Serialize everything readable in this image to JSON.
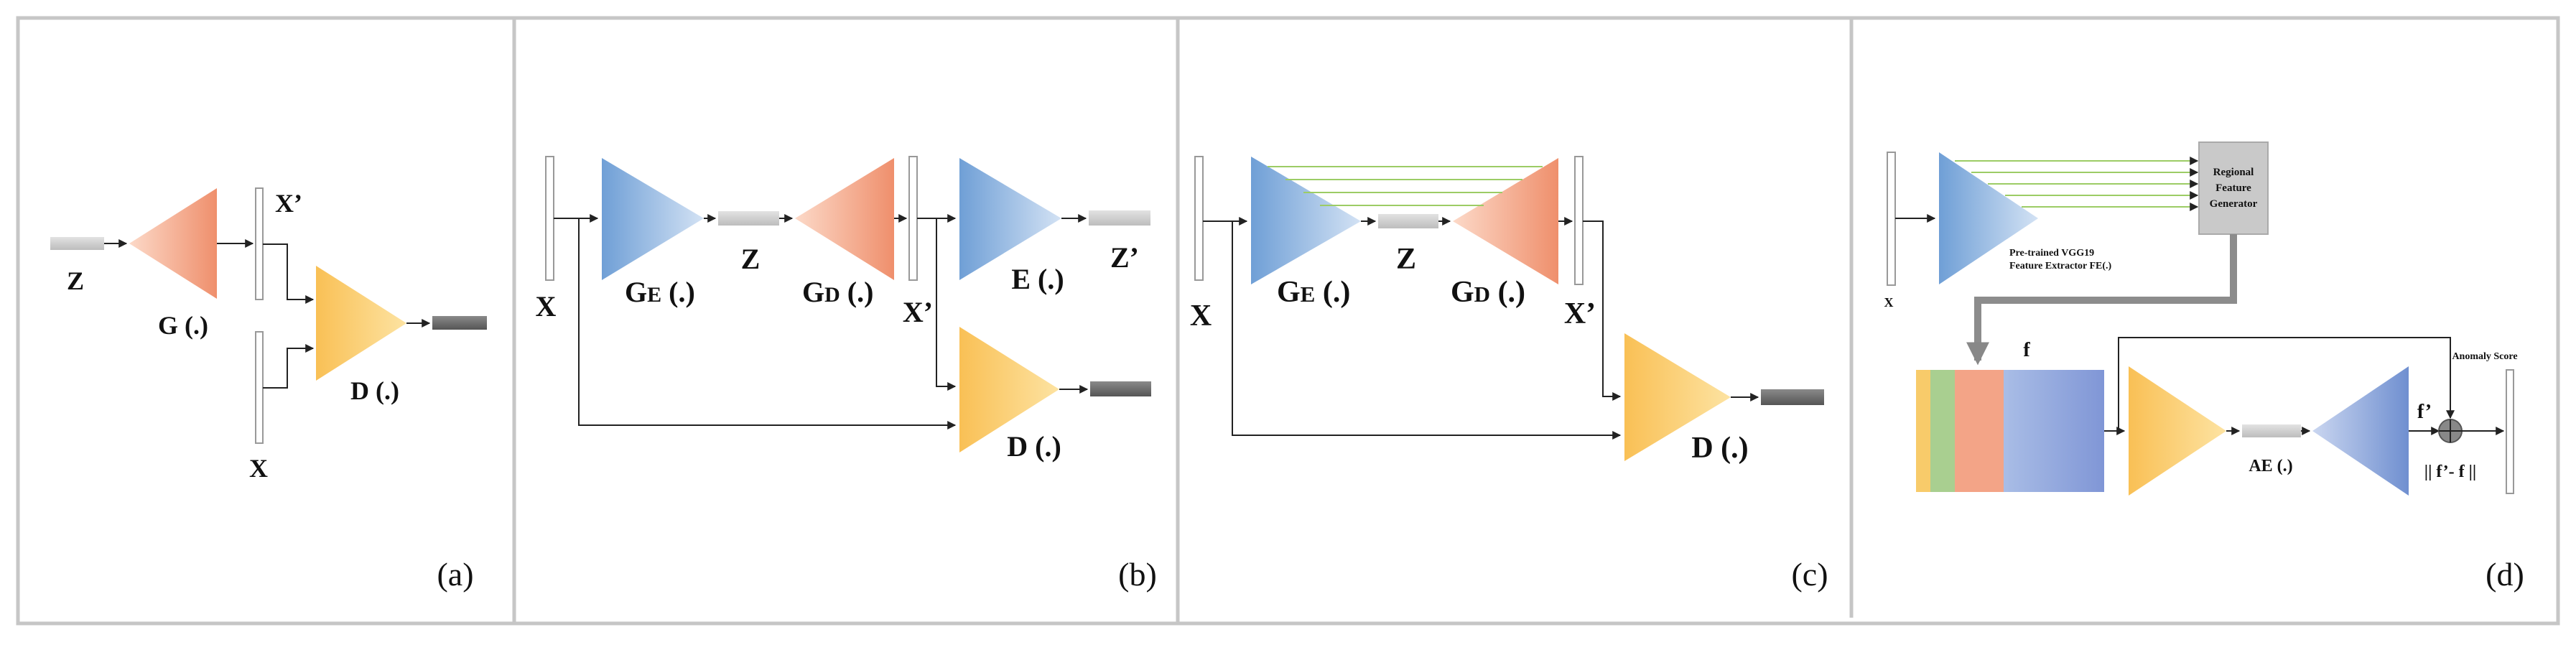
{
  "panels": {
    "a": {
      "caption": "(a)",
      "z_label": "Z",
      "generator_label": "G (.)",
      "xprime_label": "X’",
      "discriminator_label": "D (.)",
      "x_label": "X"
    },
    "b": {
      "caption": "(b)",
      "x_label": "X",
      "ge_label_main": "G",
      "ge_label_sub": "E",
      "ge_label_tail": " (.)",
      "z_label": "Z",
      "gd_label_main": "G",
      "gd_label_sub": "D",
      "gd_label_tail": " (.)",
      "xprime_label": "X’",
      "encoder_label": "E (.)",
      "zprime_label": "Z’",
      "discriminator_label": "D (.)"
    },
    "c": {
      "caption": "(c)",
      "x_label": "X",
      "ge_label_main": "G",
      "ge_label_sub": "E",
      "ge_label_tail": " (.)",
      "z_label": "Z",
      "gd_label_main": "G",
      "gd_label_sub": "D",
      "gd_label_tail": " (.)",
      "xprime_label": "X’",
      "discriminator_label": "D (.)"
    },
    "d": {
      "caption": "(d)",
      "x_label": "X",
      "regional_line1": "Regional",
      "regional_line2": "Feature",
      "regional_line3": "Generator",
      "vgg_line1": "Pre-trained VGG19",
      "vgg_line2": "Feature Extractor FE(.)",
      "f_label": "f",
      "ae_label": "AE (.)",
      "fprime_label": "f’",
      "anomaly_label": "Anomaly Score",
      "diff_label": "|| f’- f ||"
    }
  },
  "colors": {
    "orange": "#f29a7a",
    "orange_light": "#fbd3c2",
    "blue": "#7aa7d8",
    "blue_light": "#c8daf1",
    "yellow": "#f9c55e",
    "yellow_light": "#fde5a8",
    "green": "#a8cc8e",
    "purple_blue": "#8a9fd6",
    "green_line": "#9ccc65"
  }
}
